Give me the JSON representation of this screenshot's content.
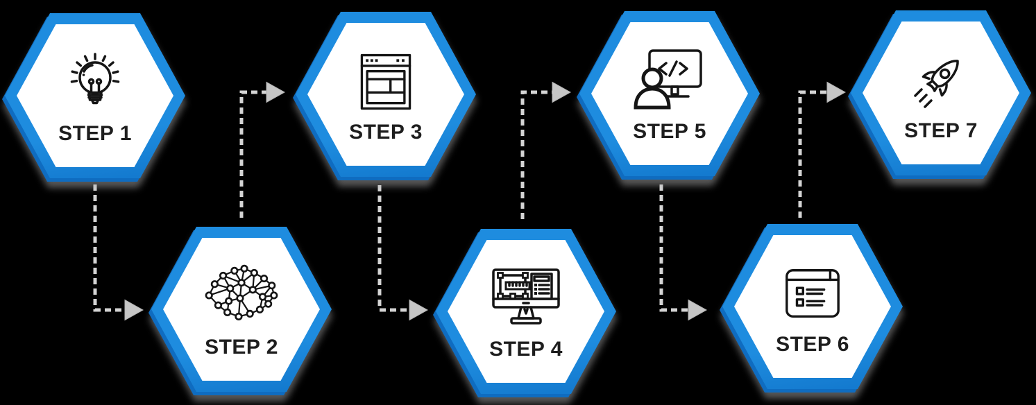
{
  "diagram": {
    "title": "7-step process flow",
    "background_color": "#000000",
    "hex_border_color": "#1e8cdf",
    "hex_border_shade_color": "#0f6cc0",
    "hex_fill_color": "#ffffff",
    "label_color": "#1e1e1e",
    "icon_color": "#151515",
    "connector_dash_color": "#d4d4d4",
    "connector_arrow_color": "#c6c6c6",
    "steps": [
      {
        "label": "STEP 1",
        "icon": "lightbulb-idea-icon",
        "row": "top"
      },
      {
        "label": "STEP 2",
        "icon": "brain-network-icon",
        "row": "bottom"
      },
      {
        "label": "STEP 3",
        "icon": "wireframe-window-icon",
        "row": "top"
      },
      {
        "label": "STEP 4",
        "icon": "design-prototype-monitor-icon",
        "row": "bottom"
      },
      {
        "label": "STEP 5",
        "icon": "developer-code-monitor-icon",
        "row": "top"
      },
      {
        "label": "STEP 6",
        "icon": "checklist-window-icon",
        "row": "bottom"
      },
      {
        "label": "STEP 7",
        "icon": "rocket-launch-icon",
        "row": "top"
      }
    ],
    "connections": [
      "step-1 to step-2",
      "step-2 to step-3",
      "step-3 to step-4",
      "step-4 to step-5",
      "step-5 to step-6",
      "step-6 to step-7"
    ]
  }
}
